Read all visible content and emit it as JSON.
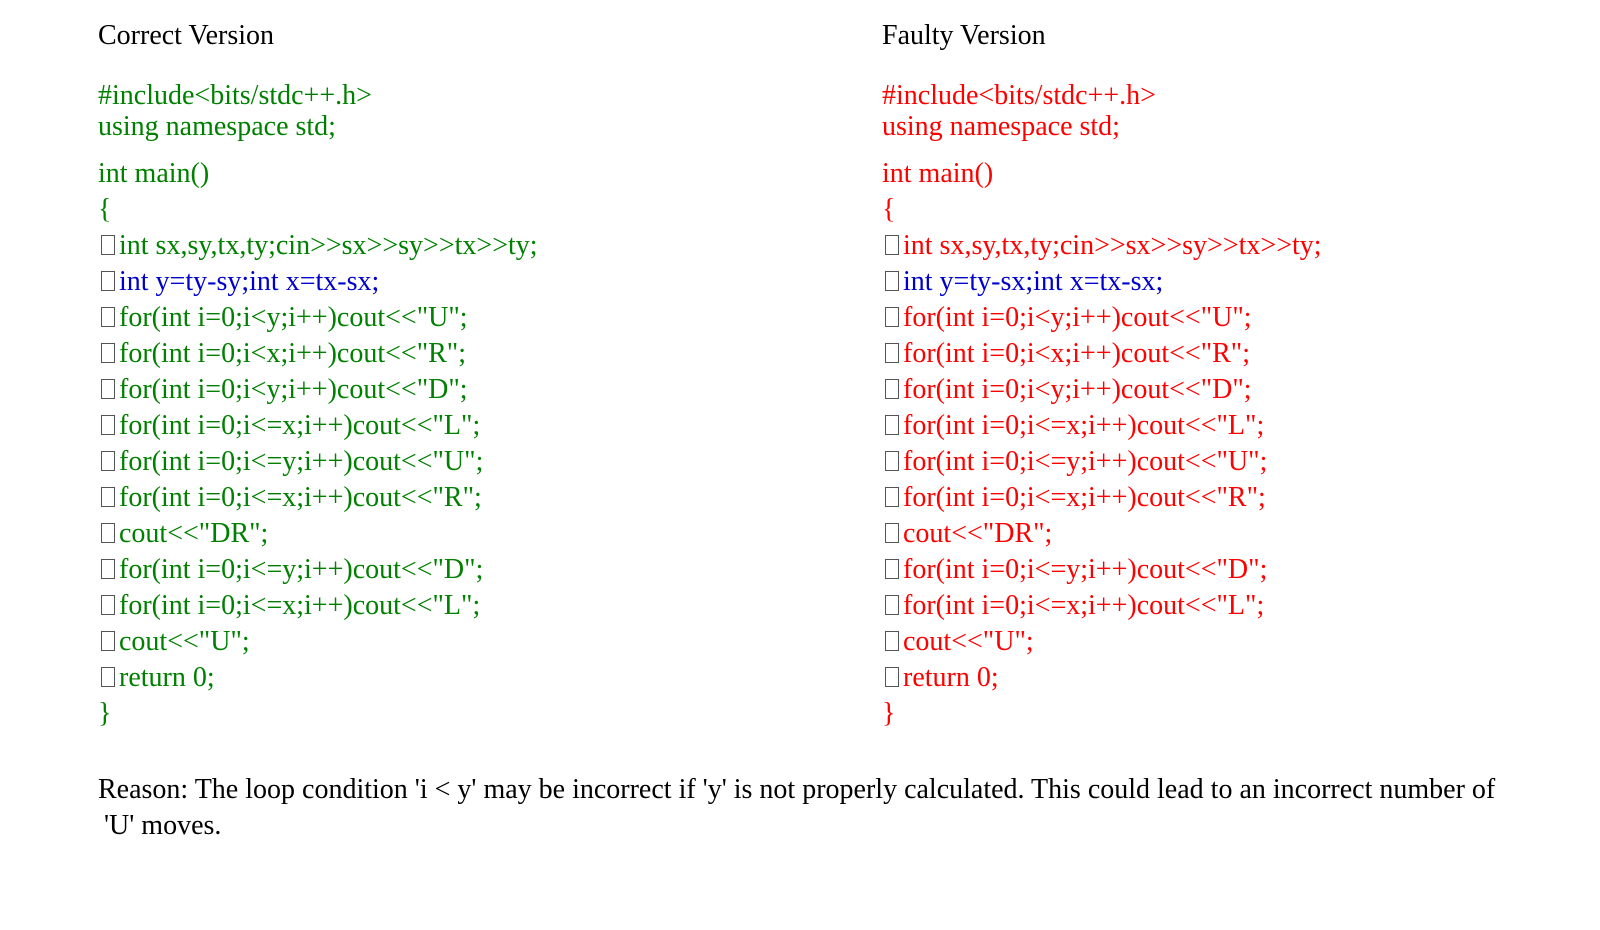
{
  "colors": {
    "correct_text": "#008000",
    "faulty_text": "#ff0000",
    "highlight_text": "#0000cc",
    "title_text": "#000000"
  },
  "correct": {
    "title": "Correct Version",
    "lines": [
      {
        "text": "#include<bits/stdc++.h>",
        "indent": false,
        "color": "#008000"
      },
      {
        "text": "using namespace std;",
        "indent": false,
        "color": "#008000"
      },
      {
        "text": "int main()",
        "indent": false,
        "color": "#008000"
      },
      {
        "text": "{",
        "indent": false,
        "color": "#008000"
      },
      {
        "text": "int sx,sy,tx,ty;cin>>sx>>sy>>tx>>ty;",
        "indent": true,
        "color": "#008000"
      },
      {
        "text": "int y=ty-sy;int x=tx-sx;",
        "indent": true,
        "color": "#0000cc"
      },
      {
        "text": "for(int i=0;i<y;i++)cout<<\"U\";",
        "indent": true,
        "color": "#008000"
      },
      {
        "text": "for(int i=0;i<x;i++)cout<<\"R\";",
        "indent": true,
        "color": "#008000"
      },
      {
        "text": "for(int i=0;i<y;i++)cout<<\"D\";",
        "indent": true,
        "color": "#008000"
      },
      {
        "text": "for(int i=0;i<=x;i++)cout<<\"L\";",
        "indent": true,
        "color": "#008000"
      },
      {
        "text": "for(int i=0;i<=y;i++)cout<<\"U\";",
        "indent": true,
        "color": "#008000"
      },
      {
        "text": "for(int i=0;i<=x;i++)cout<<\"R\";",
        "indent": true,
        "color": "#008000"
      },
      {
        "text": "cout<<\"DR\";",
        "indent": true,
        "color": "#008000"
      },
      {
        "text": "for(int i=0;i<=y;i++)cout<<\"D\";",
        "indent": true,
        "color": "#008000"
      },
      {
        "text": "for(int i=0;i<=x;i++)cout<<\"L\";",
        "indent": true,
        "color": "#008000"
      },
      {
        "text": "cout<<\"U\";",
        "indent": true,
        "color": "#008000"
      },
      {
        "text": "return 0;",
        "indent": true,
        "color": "#008000"
      },
      {
        "text": "}",
        "indent": false,
        "color": "#008000"
      }
    ]
  },
  "faulty": {
    "title": "Faulty Version",
    "lines": [
      {
        "text": "#include<bits/stdc++.h>",
        "indent": false,
        "color": "#ff0000"
      },
      {
        "text": "using namespace std;",
        "indent": false,
        "color": "#ff0000"
      },
      {
        "text": "int main()",
        "indent": false,
        "color": "#ff0000"
      },
      {
        "text": "{",
        "indent": false,
        "color": "#ff0000"
      },
      {
        "text": "int sx,sy,tx,ty;cin>>sx>>sy>>tx>>ty;",
        "indent": true,
        "color": "#ff0000"
      },
      {
        "text": "int y=ty-sx;int x=tx-sx;",
        "indent": true,
        "color": "#0000cc"
      },
      {
        "text": "for(int i=0;i<y;i++)cout<<\"U\";",
        "indent": true,
        "color": "#ff0000"
      },
      {
        "text": "for(int i=0;i<x;i++)cout<<\"R\";",
        "indent": true,
        "color": "#ff0000"
      },
      {
        "text": "for(int i=0;i<y;i++)cout<<\"D\";",
        "indent": true,
        "color": "#ff0000"
      },
      {
        "text": "for(int i=0;i<=x;i++)cout<<\"L\";",
        "indent": true,
        "color": "#ff0000"
      },
      {
        "text": "for(int i=0;i<=y;i++)cout<<\"U\";",
        "indent": true,
        "color": "#ff0000"
      },
      {
        "text": "for(int i=0;i<=x;i++)cout<<\"R\";",
        "indent": true,
        "color": "#ff0000"
      },
      {
        "text": "cout<<\"DR\";",
        "indent": true,
        "color": "#ff0000"
      },
      {
        "text": "for(int i=0;i<=y;i++)cout<<\"D\";",
        "indent": true,
        "color": "#ff0000"
      },
      {
        "text": "for(int i=0;i<=x;i++)cout<<\"L\";",
        "indent": true,
        "color": "#ff0000"
      },
      {
        "text": "cout<<\"U\";",
        "indent": true,
        "color": "#ff0000"
      },
      {
        "text": "return 0;",
        "indent": true,
        "color": "#ff0000"
      },
      {
        "text": "}",
        "indent": false,
        "color": "#ff0000"
      }
    ]
  },
  "reason": {
    "line1": "Reason: The loop condition 'i < y' may be incorrect if 'y' is not properly calculated. This could lead to an incorrect number of",
    "line2": "'U' moves."
  }
}
